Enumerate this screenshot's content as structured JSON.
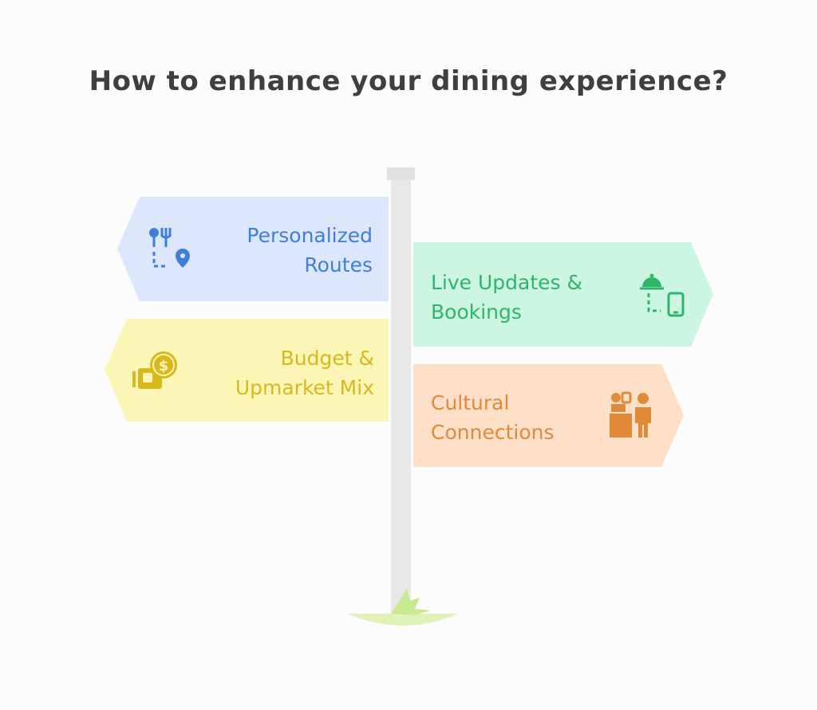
{
  "title": "How to enhance your dining experience?",
  "signs": {
    "personalized": {
      "label": "Personalized\nRoutes",
      "color": "#3f7fdc",
      "fill": "#dce7fb",
      "icon": "utensils-route-pin-icon"
    },
    "live": {
      "label": "Live Updates &\nBookings",
      "color": "#2fb56a",
      "fill": "#cdf6e2",
      "icon": "cloche-phone-icon"
    },
    "budget": {
      "label": "Budget &\nUpmarket Mix",
      "color": "#d8b81d",
      "fill": "#fcf6b6",
      "icon": "wallet-coin-icon"
    },
    "cultural": {
      "label": "Cultural\nConnections",
      "color": "#e08a3a",
      "fill": "#fde0c7",
      "icon": "reception-desk-person-icon"
    }
  }
}
